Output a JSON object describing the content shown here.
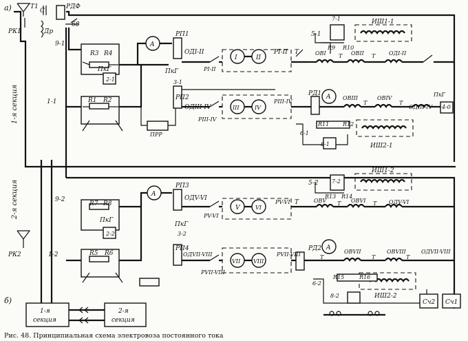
{
  "caption": "Рис. 48. Принципиальная схема электровоза постоянного тока",
  "part_labels": {
    "a": "а)",
    "b": "б)"
  },
  "section_labels": {
    "first": "1-я секция",
    "second": "2-я секция"
  },
  "top_components": {
    "t1": "T1",
    "c": "C",
    "rdf": "РДФ",
    "dr": "Др",
    "rk1": "РК1",
    "n68": "68",
    "rk2": "РК2"
  },
  "section1": {
    "n9_1": "9-1",
    "r3": "R3",
    "r4": "R4",
    "pkg_a": "ПкГ",
    "n2_1": "2-1",
    "n1_1": "1-1",
    "r1": "R1",
    "r2": "R2",
    "prr": "ПРР",
    "amp_a": "A",
    "rp1": "РП1",
    "odI_II": "ОДI-II",
    "pkg_b": "ПкГ",
    "rpI_II": "РI-II",
    "m1": "I",
    "m2": "II",
    "rI_II": "РI-II",
    "t_a": "T",
    "n3_1": "3-1",
    "rp2": "РП2",
    "odIII_IV": "ОДIII-IV",
    "rIII_IV_a": "РIII-IV",
    "m3": "III",
    "m4": "IV",
    "rIII_IV_b": "РIII-IV",
    "rd1": "РД1",
    "n5_1": "5-1",
    "n7_1": "7-1",
    "ish1_1": "ИШ1-1",
    "r9": "R9",
    "r10": "R10",
    "ovI": "ОВI",
    "ovII": "ОВII",
    "t_b": "T",
    "t_c": "T",
    "odI_II_r": "ОДI-II",
    "amp_b": "A",
    "ovIII": "ОВIII",
    "ovIV": "ОВIV",
    "t_d": "T",
    "t_e": "T",
    "odIII_IV_r": "ОДIII-IV",
    "pkg_c": "ПкГ",
    "n4_0": "4-0",
    "r11": "R11",
    "r12": "R12",
    "n6_1": "6-1",
    "n8_1": "8-1",
    "ish2_1": "ИШ2-1"
  },
  "section2": {
    "n9_2": "9-2",
    "r7": "R7",
    "r8": "R8",
    "pkg_a": "ПкГ",
    "n2_2": "2-2",
    "n1_2": "1-2",
    "r5": "R5",
    "r6": "R6",
    "amp_a": "A",
    "rp3": "РП3",
    "odV_VI": "ОДV-VI",
    "pkg_b": "ПкГ",
    "rV_VI_a": "РV-VI",
    "m5": "V",
    "m6": "VI",
    "rV_VI_b": "РV-VI",
    "t_a": "T",
    "n3_2": "3-2",
    "rp4": "РП4",
    "odVII_VIII": "ОДVII-VIII",
    "rVII_VIII_a": "РVII-VIII",
    "m7": "VII",
    "m8": "VIII",
    "rVII_VIII_b": "РVII-VIII",
    "rd2": "РД2",
    "n5_2": "5-2",
    "n7_2": "7-2",
    "ish1_2": "ИШ1-2",
    "r13": "R13",
    "r14": "R14",
    "ovV": "ОВV",
    "ovVI": "ОВVI",
    "t_b": "T",
    "t_c": "T",
    "odV_VI_r": "ОДV-VI",
    "amp_b": "A",
    "ovVII": "ОВVII",
    "ovVIII": "ОВVIII",
    "t_d": "T",
    "t_e": "T",
    "t_f": "T",
    "odVII_VIII_r": "ОДVII-VIII",
    "r15": "R15",
    "r16": "R16",
    "n6_2": "6-2",
    "n8_2": "8-2",
    "ish2_2": "ИШ2-2",
    "sch2": "Сч2",
    "sch1": "Сч1"
  },
  "block_diagram": {
    "sec1": "1-я",
    "sec1b": "секция",
    "sec2": "2-я",
    "sec2b": "секция"
  }
}
